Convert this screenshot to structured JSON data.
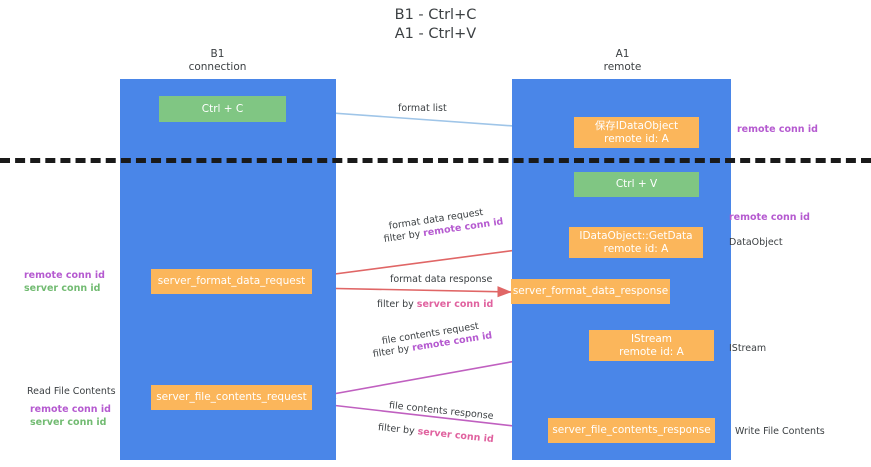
{
  "title": {
    "line1": "B1 - Ctrl+C",
    "line2": "A1 - Ctrl+V"
  },
  "columns": [
    {
      "name": "B1",
      "sub": "connection"
    },
    {
      "name": "A1",
      "sub": "remote"
    }
  ],
  "boxes": [
    {
      "key": "ctrl_c",
      "label": "Ctrl + C",
      "line2": "",
      "color": "#80c683"
    },
    {
      "key": "save_idataobject",
      "label": "保存IDataObject",
      "line2": "remote id: A",
      "color": "#fbb65b"
    },
    {
      "key": "ctrl_v",
      "label": "Ctrl + V",
      "line2": "",
      "color": "#80c683"
    },
    {
      "key": "idataobject_getdata",
      "label": "IDataObject::GetData",
      "line2": "remote id: A",
      "color": "#fbb65b"
    },
    {
      "key": "server_format_data_request",
      "label": "server_format_data_request",
      "line2": "",
      "color": "#fbb65b"
    },
    {
      "key": "server_format_data_response",
      "label": "server_format_data_response",
      "line2": "",
      "color": "#fbb65b"
    },
    {
      "key": "istream",
      "label": "IStream",
      "line2": "remote id: A",
      "color": "#fbb65b"
    },
    {
      "key": "server_file_contents_request",
      "label": "server_file_contents_request",
      "line2": "",
      "color": "#fbb65b"
    },
    {
      "key": "server_file_contents_response",
      "label": "server_file_contents_response",
      "line2": "",
      "color": "#fbb65b"
    }
  ],
  "edge_labels": {
    "format_list": {
      "text": "format list"
    },
    "format_data_request": {
      "text": "format data request",
      "filter_prefix": "filter by ",
      "filter_key": "remote conn id"
    },
    "format_data_response": {
      "text": "format data response",
      "filter_prefix": "filter by ",
      "filter_key": "server conn id"
    },
    "file_contents_request": {
      "text": "file contents request",
      "filter_prefix": "filter by ",
      "filter_key": "remote conn id"
    },
    "file_contents_response": {
      "text": "file contents response",
      "filter_prefix": "filter by ",
      "filter_key": "server conn id"
    }
  },
  "annotations": {
    "right_top_remote": "remote conn id",
    "right_mid_remote": "remote conn id",
    "right_dataobject": "DataObject",
    "right_istream": "IStream",
    "right_write_file": "Write File Contents",
    "left_mid_remote": "remote conn id",
    "left_mid_server": "server conn id",
    "left_read_file": "Read File Contents",
    "left_bot_remote": "remote conn id",
    "left_bot_server": "server conn id"
  },
  "colors": {
    "lane": "#4a86e8",
    "green_box": "#80c683",
    "orange_box": "#fbb65b",
    "remote_conn_id": "#b55ad0",
    "server_conn_id_green": "#72bb72",
    "server_conn_id_pink": "#e0629f",
    "arrow_blue": "#9fc5e8",
    "arrow_red": "#e06666",
    "arrow_magenta": "#c060c0",
    "arrow_black": "#1a1a1a",
    "divider": "#1a1a1a",
    "text": "#3c4043"
  }
}
